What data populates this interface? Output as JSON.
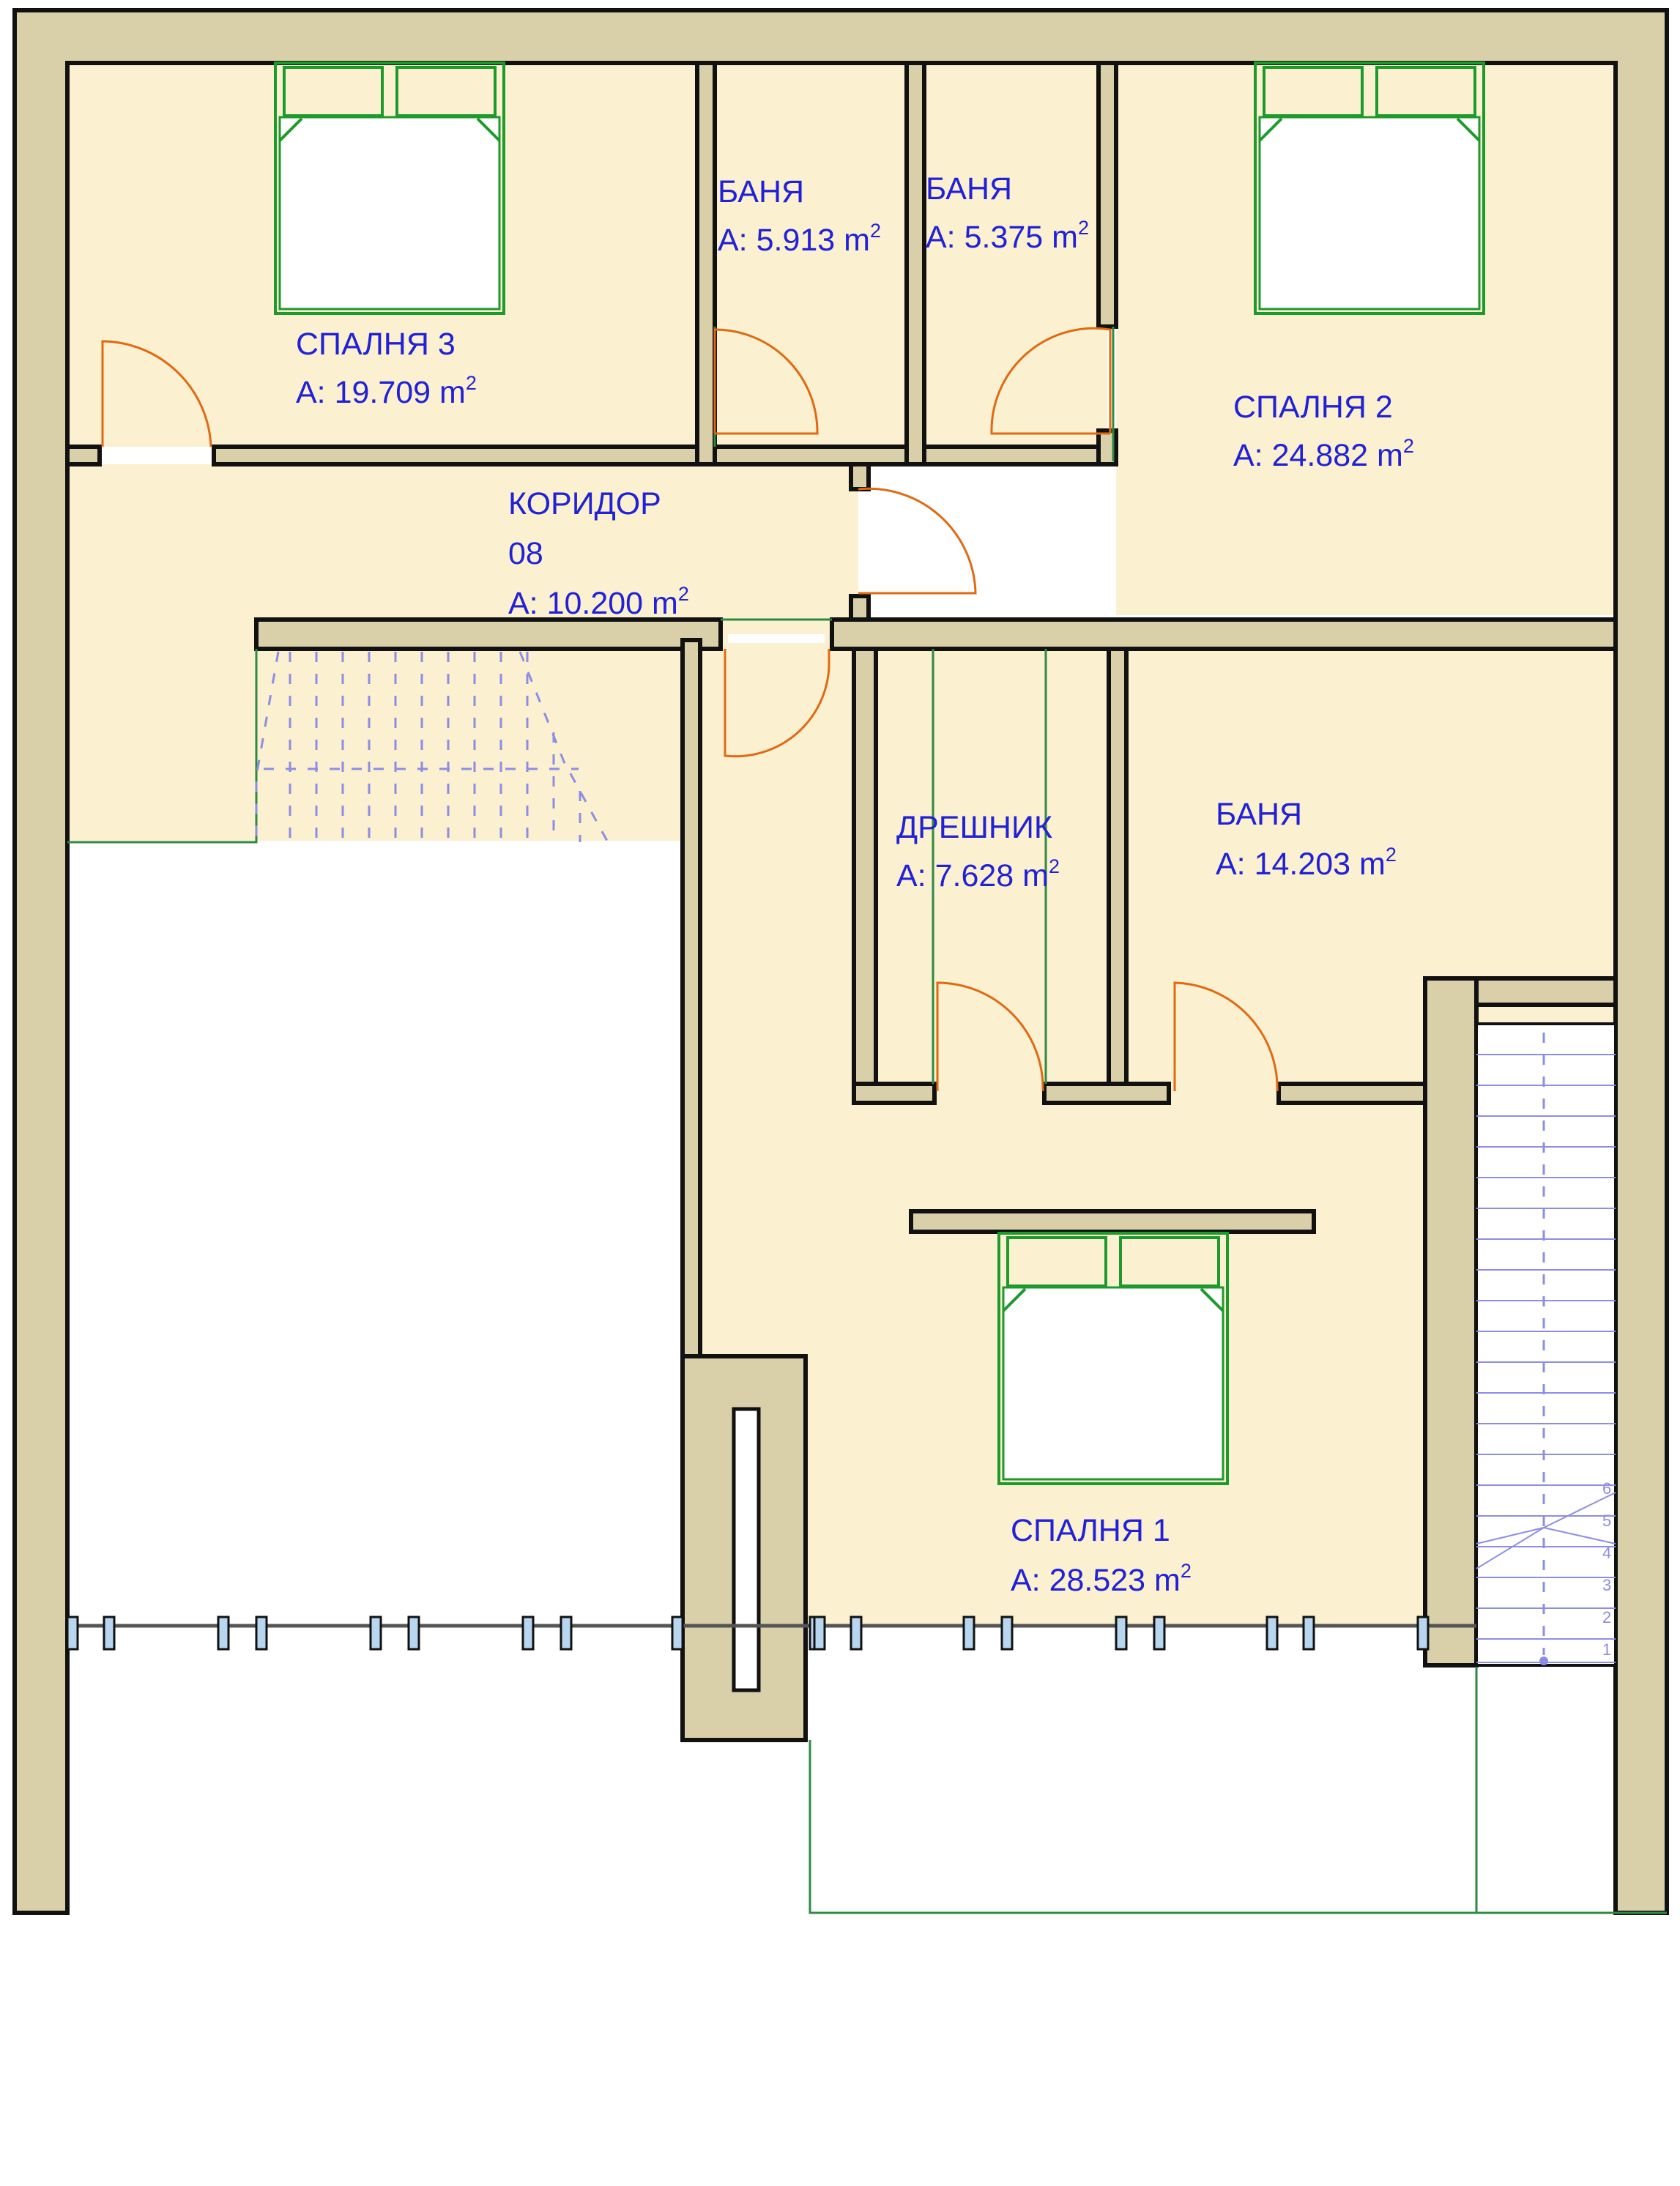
{
  "rooms": {
    "bedroom3": {
      "name": "СПАЛНЯ 3",
      "area_prefix": "A: ",
      "area_value": "19.709 m",
      "area_exp": "2"
    },
    "bath_a": {
      "name": "БАНЯ",
      "area_prefix": "A: ",
      "area_value": "5.913 m",
      "area_exp": "2"
    },
    "bath_b": {
      "name": "БАНЯ",
      "area_prefix": "A: ",
      "area_value": "5.375 m",
      "area_exp": "2"
    },
    "bedroom2": {
      "name": "СПАЛНЯ 2",
      "area_prefix": "A: ",
      "area_value": "24.882 m",
      "area_exp": "2"
    },
    "corridor": {
      "name": "КОРИДОР",
      "number": "08",
      "area_prefix": "A: ",
      "area_value": "10.200 m",
      "area_exp": "2"
    },
    "wardrobe": {
      "name": "ДРЕШНИК",
      "area_prefix": "A: ",
      "area_value": "7.628 m",
      "area_exp": "2"
    },
    "bath_c": {
      "name": "БАНЯ",
      "area_prefix": "A: ",
      "area_value": "14.203 m",
      "area_exp": "2"
    },
    "bedroom1": {
      "name": "СПАЛНЯ 1",
      "area_prefix": "A: ",
      "area_value": "28.523 m",
      "area_exp": "2"
    }
  },
  "stair_step_numbers": [
    "6",
    "5",
    "4",
    "3",
    "2",
    "1"
  ],
  "colors": {
    "wall": "#d9d0aa",
    "floor": "#fbf0cf",
    "label": "#2121d6",
    "bed": "#1d9a2c",
    "door": "#e06a12",
    "stair": "#8d8de6"
  }
}
